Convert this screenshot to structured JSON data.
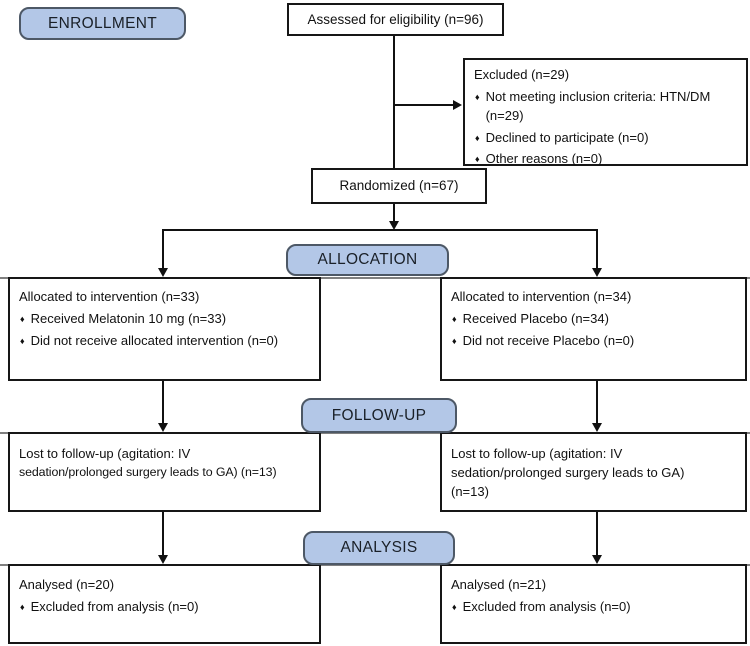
{
  "colors": {
    "pill_fill": "#b3c7e7",
    "pill_border": "#4d5866",
    "pill_text": "#1a2028",
    "box_border": "#161616",
    "stage_line": "#7f7f7f",
    "arrow": "#111111",
    "text": "#111111"
  },
  "pills": {
    "enrollment": "ENROLLMENT",
    "allocation": "ALLOCATION",
    "followup": "FOLLOW-UP",
    "analysis": "ANALYSIS"
  },
  "boxes": {
    "assessed": {
      "text": "Assessed for eligibility (n=96)"
    },
    "excluded": {
      "title": "Excluded (n=29)",
      "items": [
        "Not meeting inclusion criteria: HTN/DM (n=29)",
        "Declined to participate (n=0)",
        "Other reasons (n=0)"
      ]
    },
    "randomized": {
      "text": "Randomized (n=67)"
    },
    "alloc_left": {
      "title": "Allocated to intervention (n=33)",
      "items": [
        "Received Melatonin 10 mg (n=33)",
        "Did not receive allocated intervention (n=0)"
      ]
    },
    "alloc_right": {
      "title": "Allocated to intervention (n=34)",
      "items": [
        "Received Placebo (n=34)",
        "Did not receive Placebo (n=0)"
      ]
    },
    "followup_left": {
      "lines": [
        "Lost to follow-up (agitation: IV",
        "sedation/prolonged surgery leads to GA) (n=13)"
      ]
    },
    "followup_right": {
      "lines": [
        "Lost to follow-up (agitation: IV",
        "sedation/prolonged surgery leads to GA)",
        "(n=13)"
      ]
    },
    "analysed_left": {
      "title": "Analysed (n=20)",
      "items": [
        "Excluded from analysis (n=0)"
      ]
    },
    "analysed_right": {
      "title": "Analysed (n=21)",
      "items": [
        "Excluded from analysis (n=0)"
      ]
    }
  }
}
